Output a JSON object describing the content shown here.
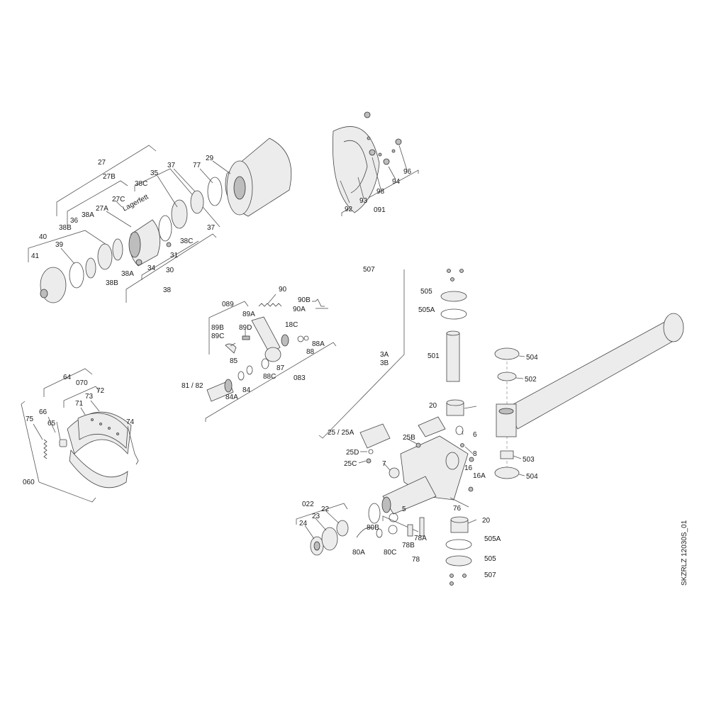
{
  "drawing_code": "SKZRLZ 12030S_01",
  "labels": {
    "l27": "27",
    "l27B": "27B",
    "l27C": "27C",
    "l27A": "27A",
    "lLagerfett": "Lagerfett",
    "l38C_top": "38C",
    "l35": "35",
    "l37_top": "37",
    "l77": "77",
    "l29": "29",
    "l38A_top": "38A",
    "l36": "36",
    "l38B_top": "38B",
    "l40": "40",
    "l41": "41",
    "l39": "39",
    "l38C": "38C",
    "l37": "37",
    "l31": "31",
    "l38A": "38A",
    "l34": "34",
    "l30": "30",
    "l38B": "38B",
    "l38": "38",
    "l92": "92",
    "l93": "93",
    "l98": "98",
    "l091": "091",
    "l94": "94",
    "l96": "96",
    "l90": "90",
    "l90B": "90B",
    "l90A": "90A",
    "l089": "089",
    "l89A": "89A",
    "l89B": "89B",
    "l89C": "89C",
    "l89D": "89D",
    "l18C": "18C",
    "l88A": "88A",
    "l88": "88",
    "l85": "85",
    "l87": "87",
    "l88C": "88C",
    "l083": "083",
    "l8182": "81 / 82",
    "l84": "84",
    "l84A": "84A",
    "l507_top": "507",
    "l505_top": "505",
    "l505A_top": "505A",
    "l501": "501",
    "l3A": "3A",
    "l3B": "3B",
    "l504_top": "504",
    "l502": "502",
    "l503": "503",
    "l504": "504",
    "l20_top": "20",
    "l6": "6",
    "l2525A": "25 / 25A",
    "l25B": "25B",
    "l8": "8",
    "l25D": "25D",
    "l25C": "25C",
    "l7": "7",
    "l16": "16",
    "l16A": "16A",
    "l76": "76",
    "l5": "5",
    "l20": "20",
    "l505A": "505A",
    "l505": "505",
    "l507": "507",
    "l022": "022",
    "l22": "22",
    "l23": "23",
    "l24": "24",
    "l80B": "80B",
    "l80A": "80A",
    "l80C": "80C",
    "l78A": "78A",
    "l78B": "78B",
    "l78": "78",
    "l64": "64",
    "l070": "070",
    "l73": "73",
    "l72": "72",
    "l71": "71",
    "l65": "65",
    "l66": "66",
    "l75": "75",
    "l74": "74",
    "l060": "060"
  }
}
